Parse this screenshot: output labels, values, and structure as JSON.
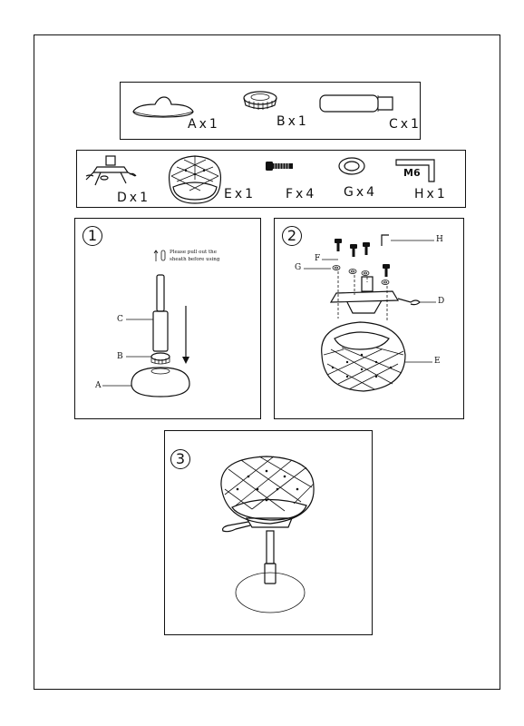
{
  "parts_row1": {
    "a": "Ax1",
    "b": "Bx1",
    "c": "Cx1"
  },
  "parts_row2": {
    "d": "Dx1",
    "e": "Ex1",
    "f": "Fx4",
    "g": "Gx4",
    "h": "Hx1",
    "wrench_mark": "M6"
  },
  "step1": {
    "number": "1",
    "note_line1": "Please pull out the",
    "note_line2": "sheath before using",
    "label_c": "C",
    "label_b": "B",
    "label_a": "A"
  },
  "step2": {
    "number": "2",
    "label_h": "H",
    "label_f": "F",
    "label_g": "G",
    "label_d": "D",
    "label_e": "E"
  },
  "step3": {
    "number": "3"
  }
}
